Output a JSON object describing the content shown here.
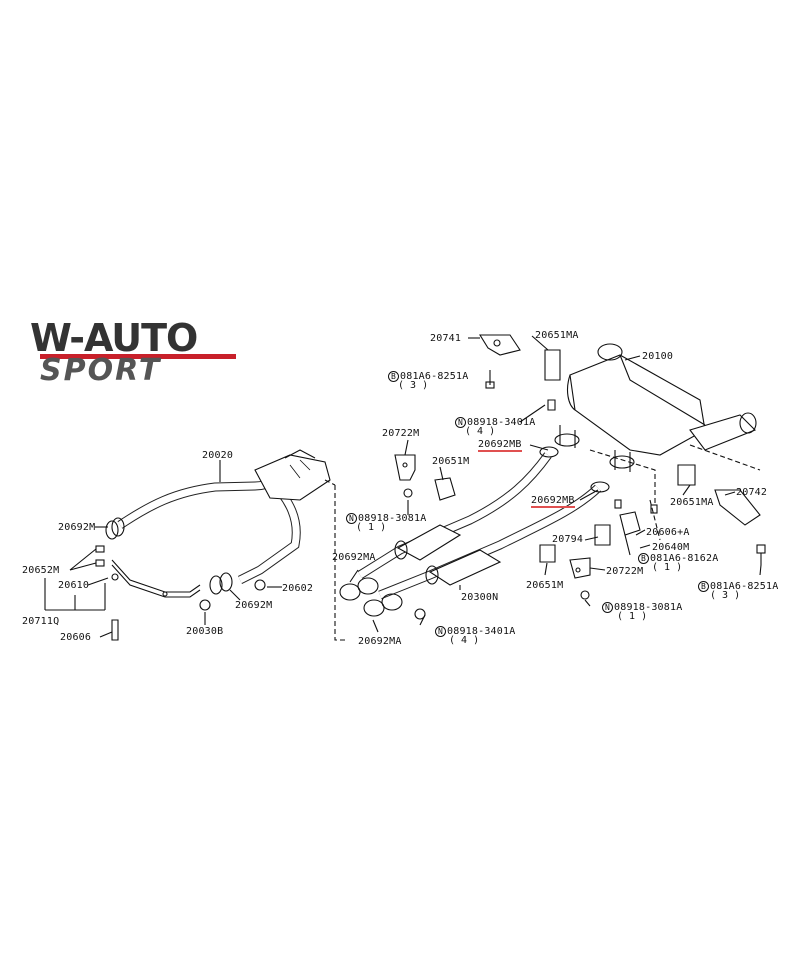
{
  "logo": {
    "top_text": "W-AUTO",
    "bottom_text": "SPORT",
    "accent_color": "#c8202a"
  },
  "parts": {
    "p20020": "20020",
    "p20692M_left": "20692M",
    "p20652M": "20652M",
    "p20610": "20610",
    "p20711Q": "20711Q",
    "p20606_left": "20606",
    "p20030B": "20030B",
    "p20692M_center": "20692M",
    "p20602": "20602",
    "p20741": "20741",
    "p20651MA_top": "20651MA",
    "p20100": "20100",
    "bolt_top": "081A6-8251A",
    "bolt_top_qty": "( 3 )",
    "nut_08918_3401A_top": "08918-3401A",
    "nut_08918_3401A_top_qty": "( 4 )",
    "p20692MB_top": "20692MB",
    "p20722M_top": "20722M",
    "p20651M_top": "20651M",
    "nut_08918_3081A_left": "08918-3081A",
    "nut_08918_3081A_left_qty": "( 1 )",
    "p20692MB_mid": "20692MB",
    "p20651MA_right": "20651MA",
    "p20742": "20742",
    "p20606A": "20606+A",
    "p20794": "20794",
    "p20640M": "20640M",
    "bolt_mid": "081A6-8162A",
    "bolt_mid_qty": "( 1 )",
    "p20722M_bottom": "20722M",
    "p20651M_bottom": "20651M",
    "p20692MA_top": "20692MA",
    "p20300N": "20300N",
    "nut_08918_3081A_right": "08918-3081A",
    "nut_08918_3081A_right_qty": "( 1 )",
    "bolt_right": "081A6-8251A",
    "bolt_right_qty": "( 3 )",
    "p20692MA_bottom": "20692MA",
    "nut_08918_3401A_bottom": "08918-3401A",
    "nut_08918_3401A_bottom_qty": "( 4 )"
  },
  "symbols": {
    "bolt": "B",
    "nut": "N"
  },
  "colors": {
    "line": "#111111",
    "highlight": "#e05050"
  }
}
